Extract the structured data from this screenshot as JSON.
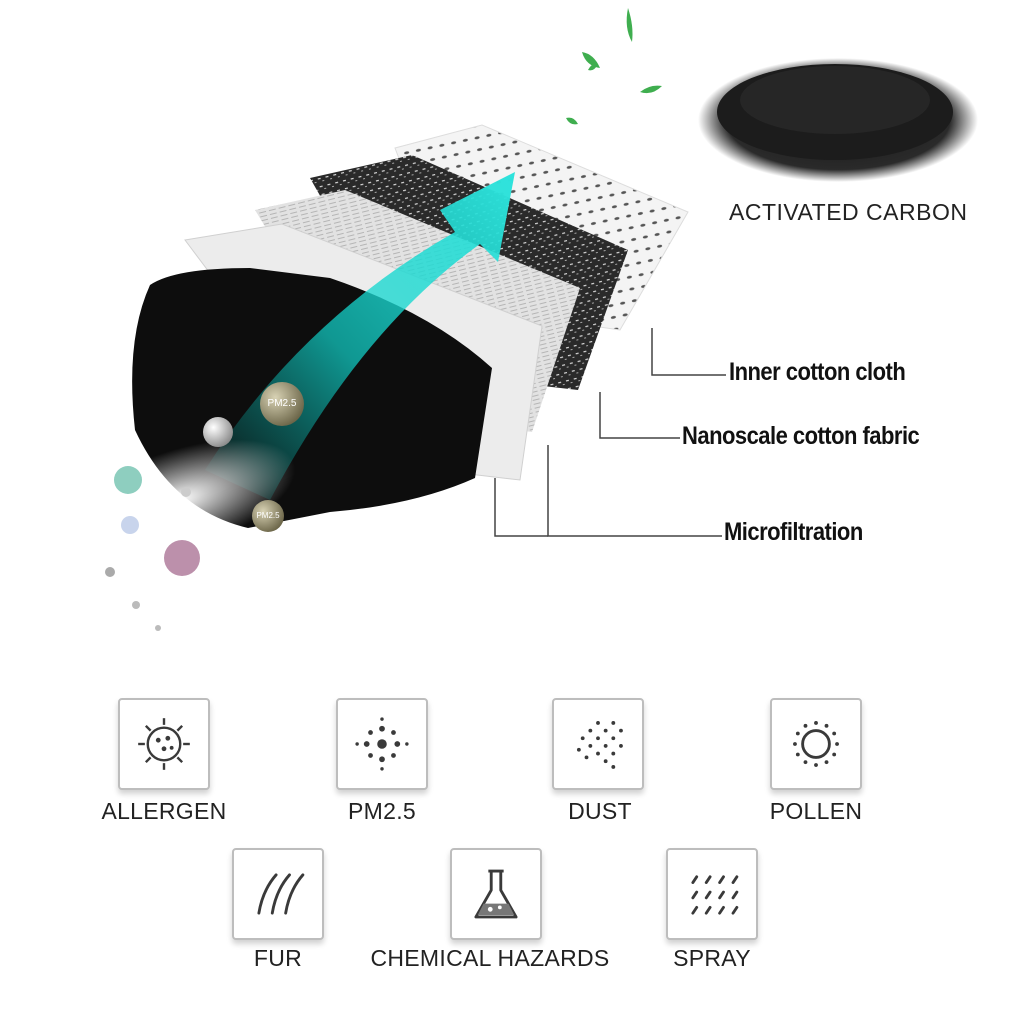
{
  "carbon": {
    "label": "ACTIVATED CARBON"
  },
  "layers": {
    "inner_label": "Inner cotton cloth",
    "nano_label": "Nanoscale cotton fabric",
    "micro_label": "Microfiltration"
  },
  "particles": {
    "pm_large": "PM2.5",
    "pm_small": "PM2.5"
  },
  "protections": {
    "allergen": "ALLERGEN",
    "pm25": "PM2.5",
    "dust": "DUST",
    "pollen": "POLLEN",
    "fur": "FUR",
    "chemical": "CHEMICAL HAZARDS",
    "spray": "SPRAY"
  },
  "colors": {
    "arrow": "#2ee3dc",
    "mask": "#0d0d0d",
    "carbon": "#1c1c1c",
    "leaf": "#3fae4f",
    "icon_stroke": "#3a3a3a"
  }
}
